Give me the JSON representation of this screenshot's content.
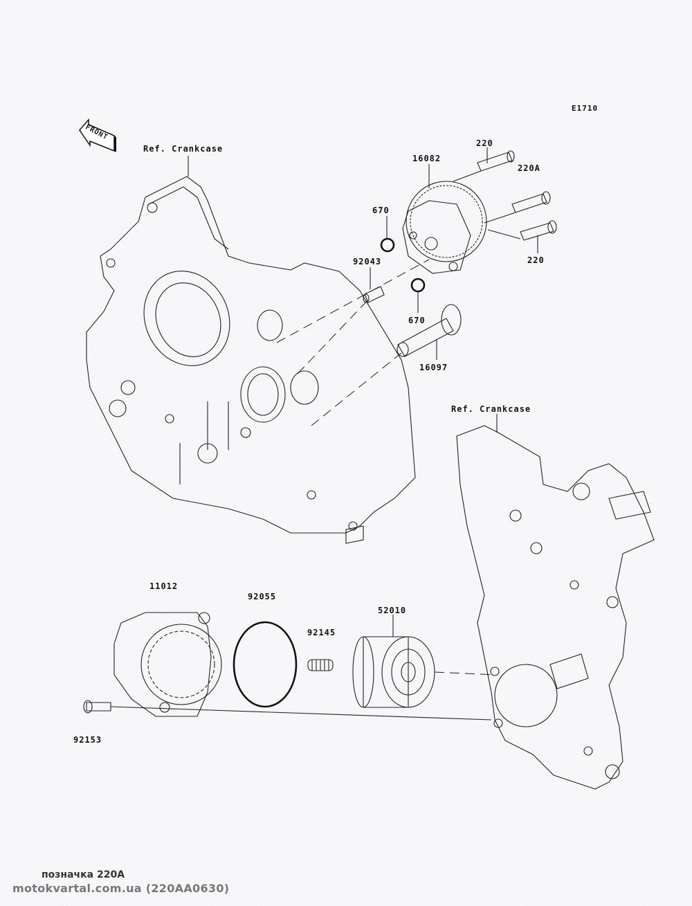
{
  "diagram": {
    "code": "E1710",
    "front_label": "FRONT",
    "ref_labels": [
      "Ref. Crankcase",
      "Ref. Crankcase"
    ],
    "parts": [
      {
        "id": "p220_top",
        "number": "220"
      },
      {
        "id": "p220a",
        "number": "220A"
      },
      {
        "id": "p220_bottom",
        "number": "220"
      },
      {
        "id": "p16082",
        "number": "16082"
      },
      {
        "id": "p670_top",
        "number": "670"
      },
      {
        "id": "p92043",
        "number": "92043"
      },
      {
        "id": "p670_bottom",
        "number": "670"
      },
      {
        "id": "p16097",
        "number": "16097"
      },
      {
        "id": "p11012",
        "number": "11012"
      },
      {
        "id": "p92055",
        "number": "92055"
      },
      {
        "id": "p92145",
        "number": "92145"
      },
      {
        "id": "p52010",
        "number": "52010"
      },
      {
        "id": "p92153",
        "number": "92153"
      }
    ]
  },
  "footer": {
    "note": "позначка 220A",
    "watermark": "motokvartal.com.ua (220AA0630)"
  }
}
